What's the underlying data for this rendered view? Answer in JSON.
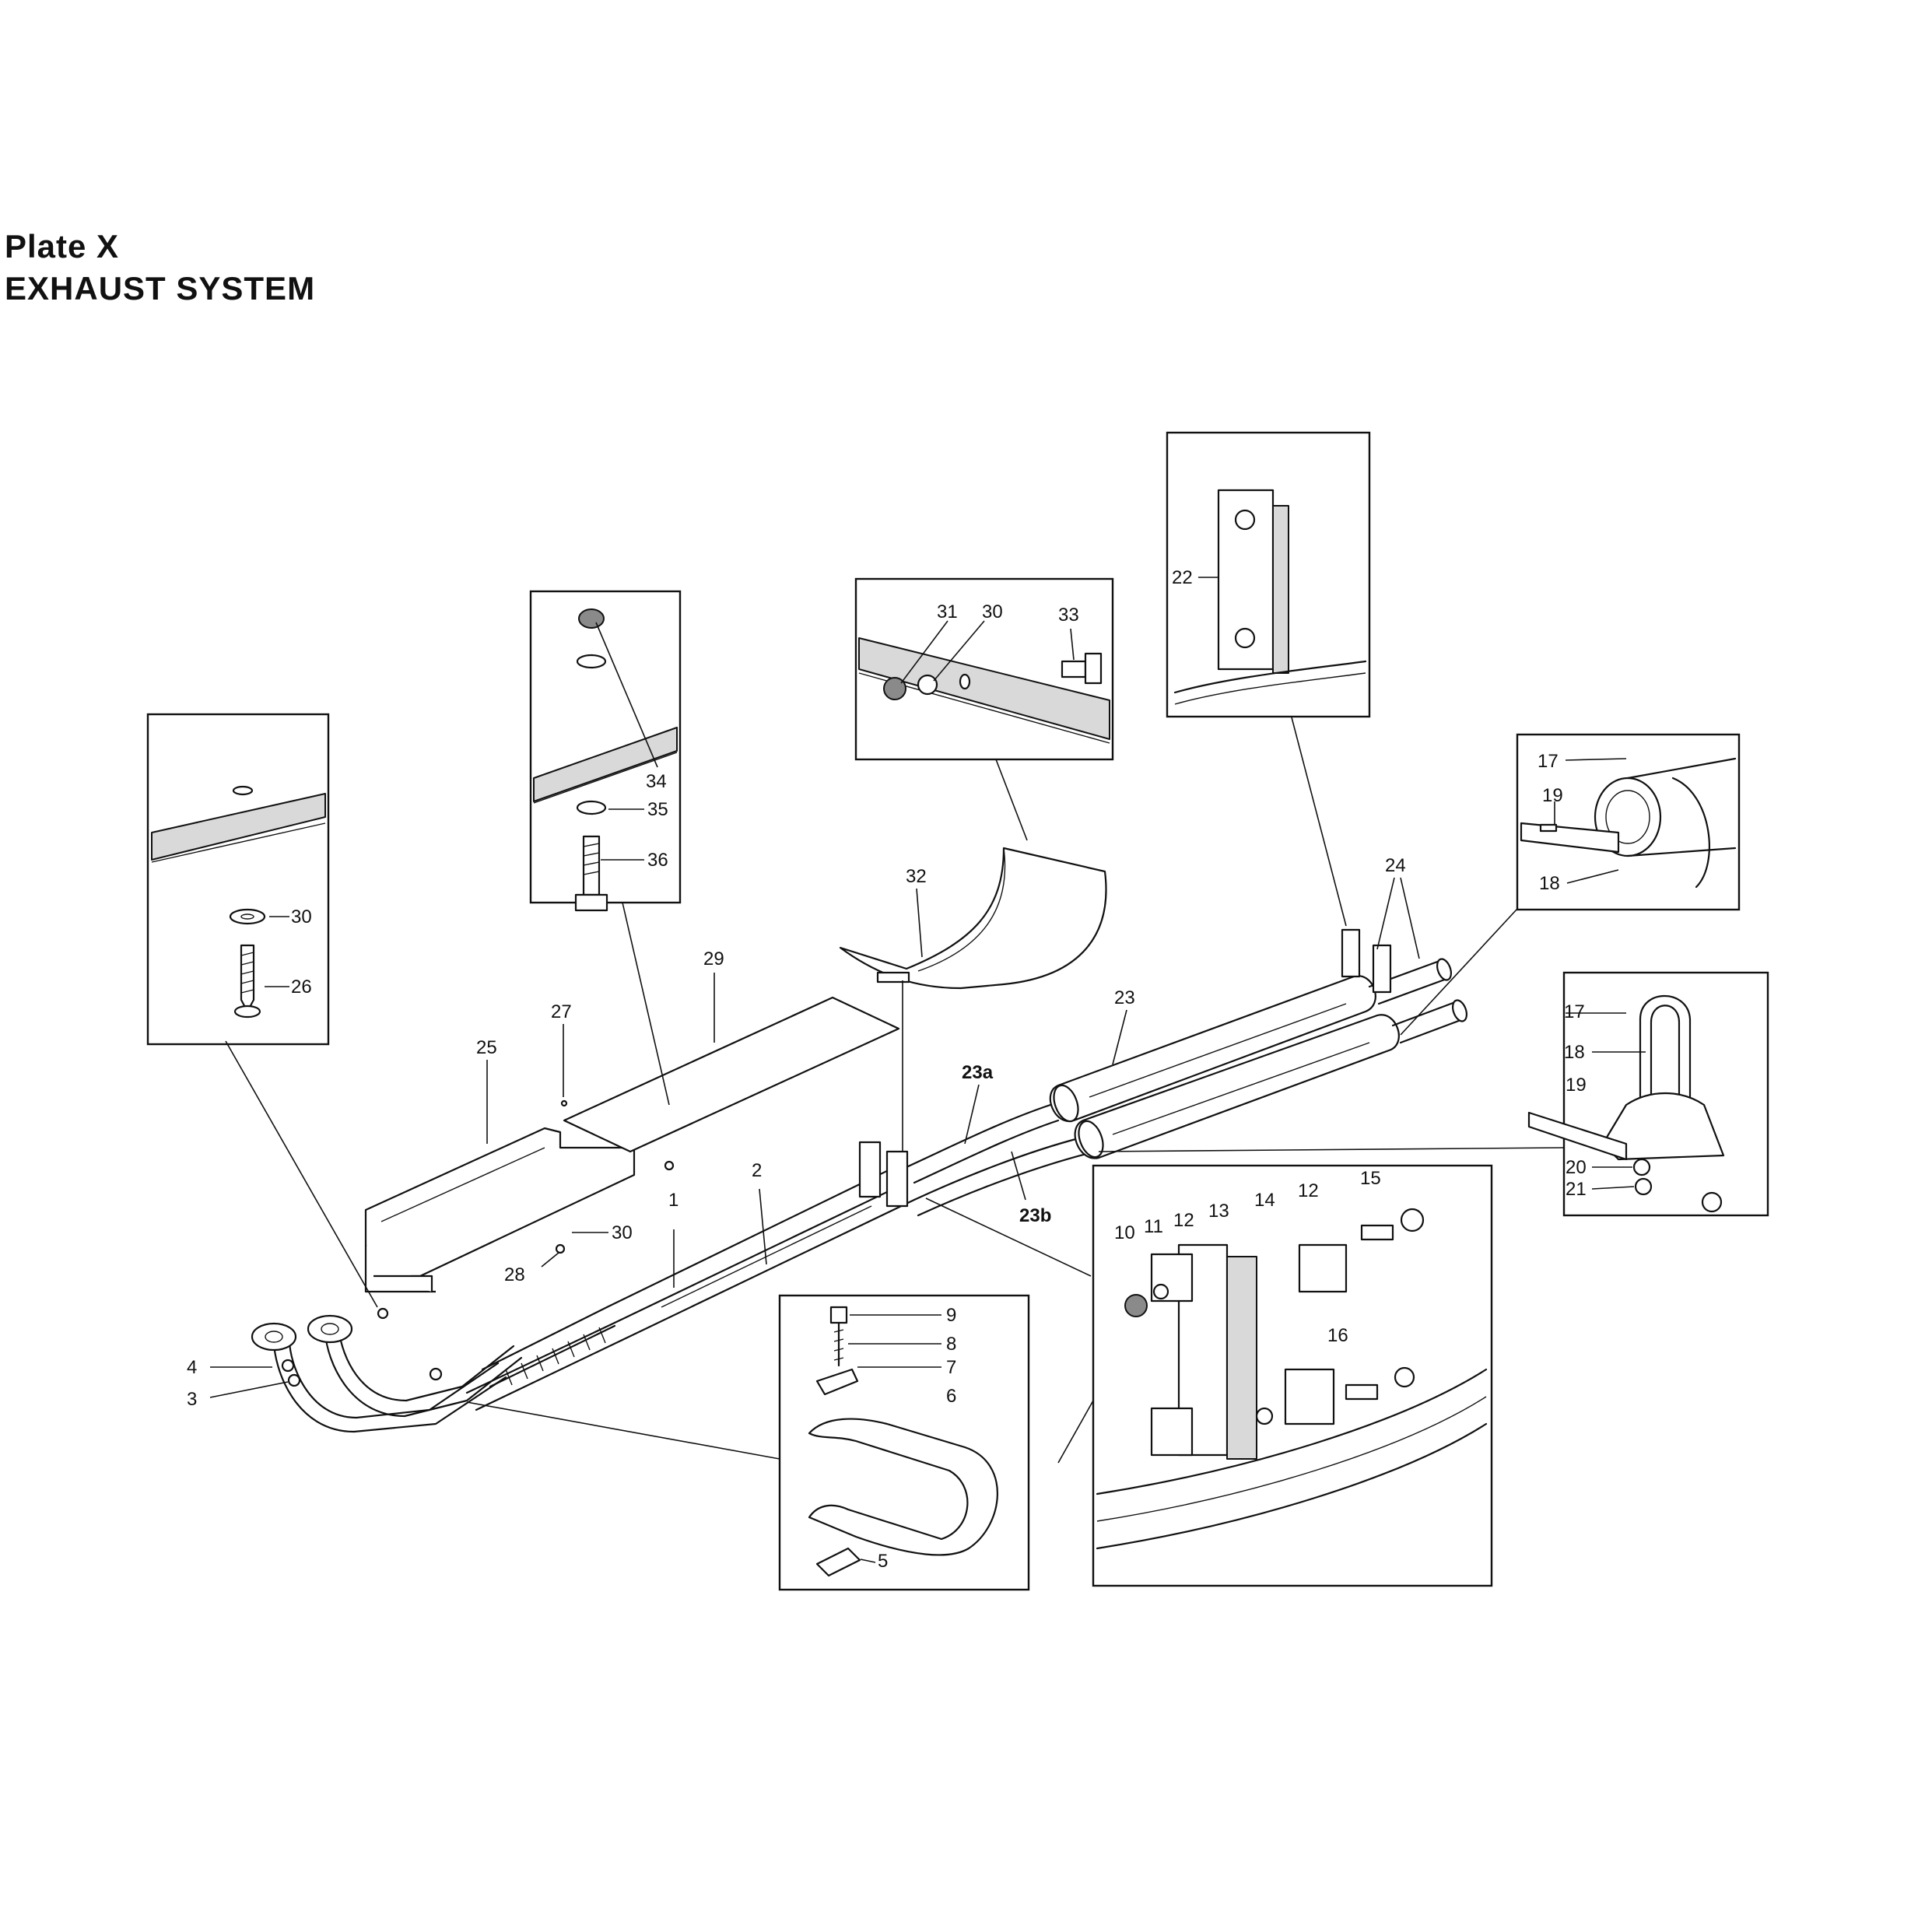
{
  "plate": {
    "number_label": "Plate X",
    "system_title": "EXHAUST SYSTEM"
  },
  "callouts": {
    "c1": "1",
    "c2": "2",
    "c3": "3",
    "c4": "4",
    "c5": "5",
    "c6": "6",
    "c7": "7",
    "c8": "8",
    "c9": "9",
    "c10": "10",
    "c11": "11",
    "c12a": "12",
    "c12b": "12",
    "c13": "13",
    "c14": "14",
    "c15": "15",
    "c16": "16",
    "c17a": "17",
    "c17b": "17",
    "c18a": "18",
    "c18b": "18",
    "c19a": "19",
    "c19b": "19",
    "c20": "20",
    "c21": "21",
    "c22": "22",
    "c23": "23",
    "c23a": "23a",
    "c23b": "23b",
    "c24": "24",
    "c25": "25",
    "c26": "26",
    "c27": "27",
    "c28": "28",
    "c29": "29",
    "c30a": "30",
    "c30b": "30",
    "c30c": "30",
    "c31": "31",
    "c32": "32",
    "c33": "33",
    "c34": "34",
    "c35": "35",
    "c36": "36"
  }
}
